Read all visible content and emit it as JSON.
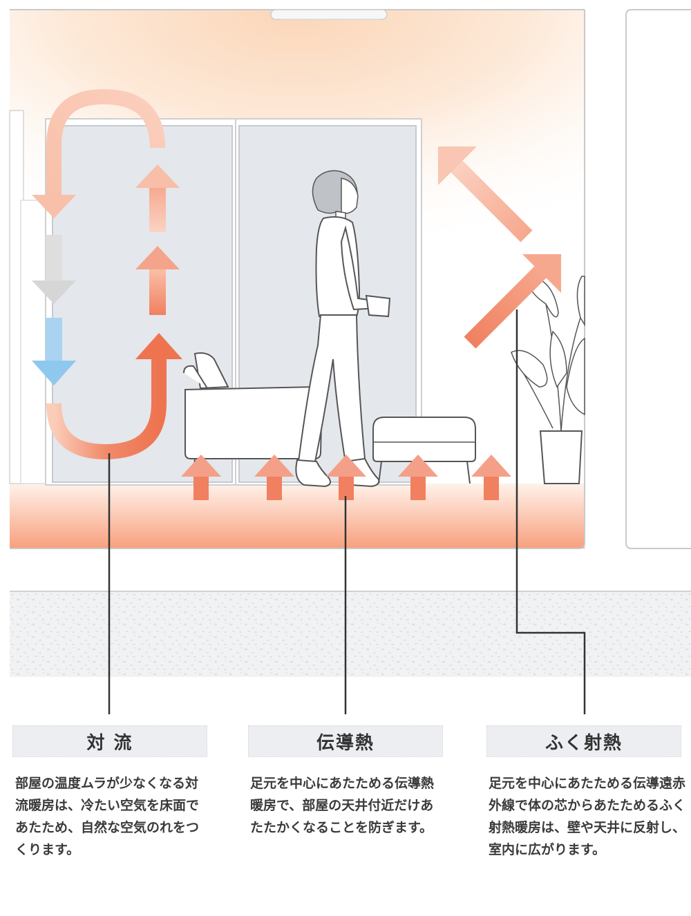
{
  "sections": [
    {
      "title": "対 流",
      "description": "部屋の温度ムラが少なくなる対流暖房は、冷たい空気を床面であたため、自然な空気のれをつくります。"
    },
    {
      "title": "伝導熱",
      "description": "足元を中心にあたためる伝導熱暖房で、部屋の天井付近だけあたたかくなることを防ぎます。"
    },
    {
      "title": "ふく射熱",
      "description": "足元を中心にあたためる伝導遠赤外線で体の芯からあたためるふく射熱暖房は、壁や天井に反射し、室内に広がります。"
    }
  ],
  "colors": {
    "warm_arrow": "#f08060",
    "light_arrow": "#f6b09a",
    "cool_arrow": "#8fc8ee",
    "grey_arrow": "#d8d8d8",
    "floor_glow": "#f7a07e",
    "ceiling_glow": "#fde3cc",
    "window_glass": "#e4e7ec",
    "ground": "#eff0f2",
    "leader_line": "#333333"
  }
}
